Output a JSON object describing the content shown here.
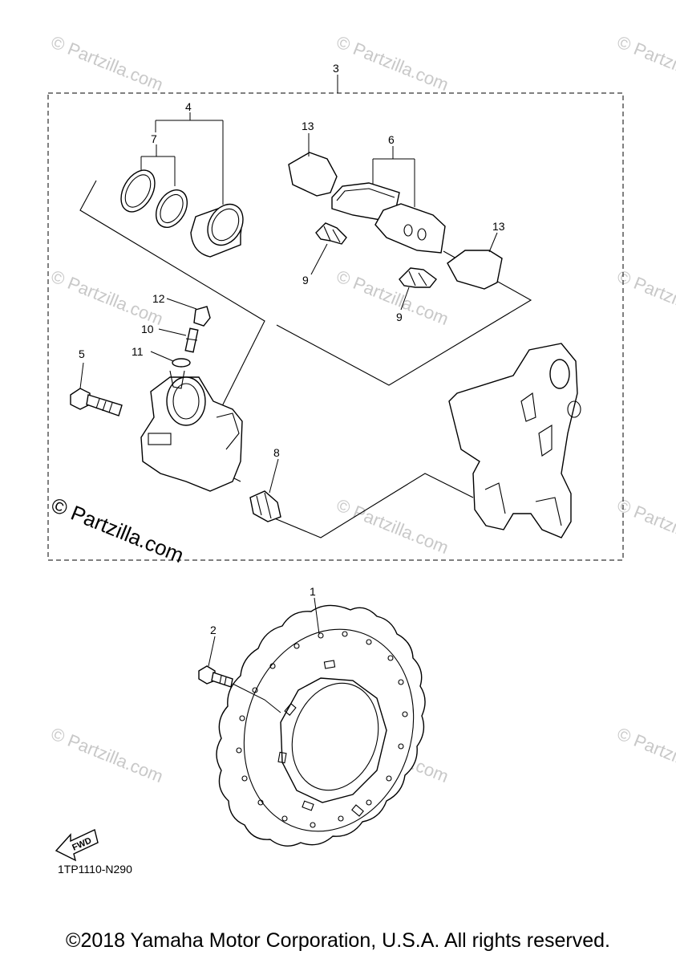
{
  "diagram": {
    "callouts": [
      "1",
      "2",
      "3",
      "4",
      "5",
      "6",
      "7",
      "8",
      "9",
      "9",
      "10",
      "11",
      "12",
      "13",
      "13"
    ],
    "drawing_code": "1TP1110-N290",
    "fwd_label": "FWD",
    "copyright": "©2018 Yamaha Motor Corporation, U.S.A. All rights reserved."
  },
  "watermarks": {
    "small": "© Partzilla.com",
    "large": "© Partzilla.com"
  }
}
